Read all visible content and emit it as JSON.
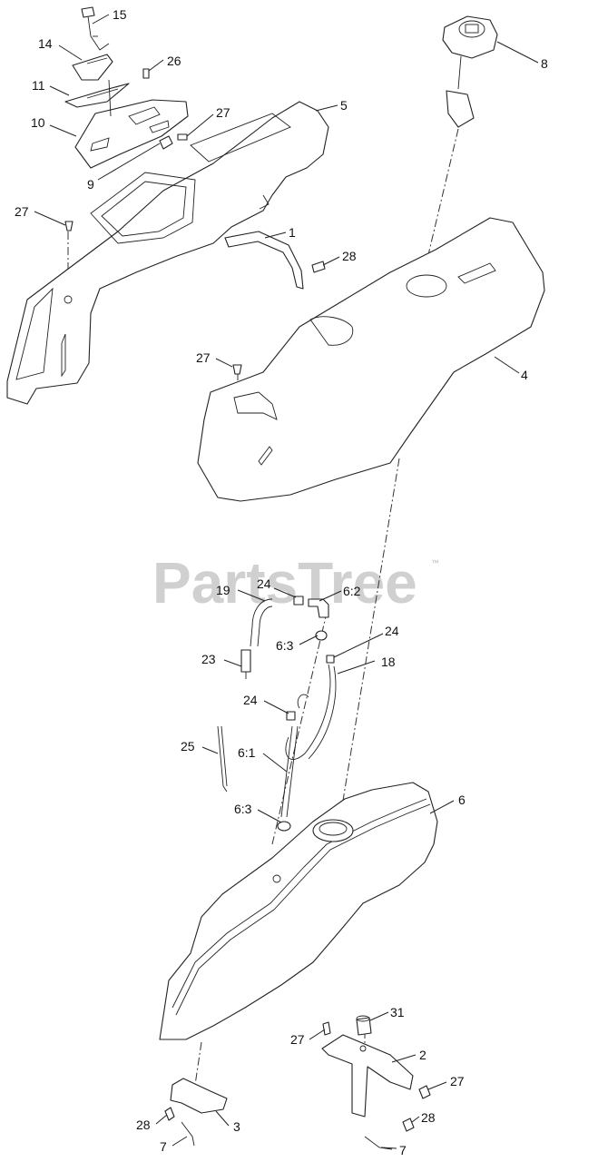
{
  "watermark": {
    "text": "PartsTree",
    "trademark": "™"
  },
  "callouts": {
    "c15": "15",
    "c14": "14",
    "c26": "26",
    "c11": "11",
    "c27a": "27",
    "c5": "5",
    "c10": "10",
    "c9": "9",
    "c27b": "27",
    "c1": "1",
    "c28a": "28",
    "c8": "8",
    "c27c": "27",
    "c4": "4",
    "c24a": "24",
    "c19": "19",
    "c62": "6:2",
    "c63a": "6:3",
    "c24b": "24",
    "c18": "18",
    "c23": "23",
    "c24c": "24",
    "c25": "25",
    "c61": "6:1",
    "c63b": "6:3",
    "c6": "6",
    "c31": "31",
    "c27d": "27",
    "c2": "2",
    "c27e": "27",
    "c28b": "28",
    "c28c": "28",
    "c3": "3",
    "c7a": "7",
    "c7b": "7"
  }
}
